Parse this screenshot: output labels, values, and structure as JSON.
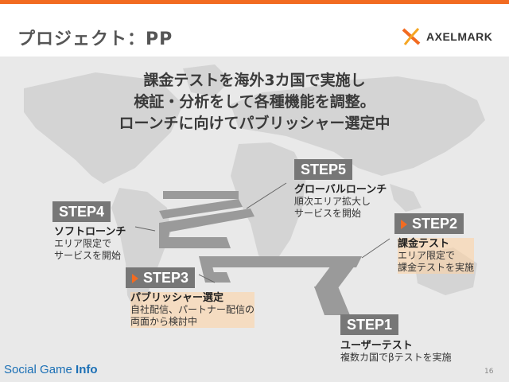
{
  "header": {
    "title": "プロジェクト：PP",
    "logo_text": "AXELMARK"
  },
  "headline": {
    "lines": [
      "課金テストを海外3カ国で実施し",
      "検証・分析をして各種機能を調整。",
      "ローンチに向けてパブリッシャー選定中"
    ]
  },
  "steps": [
    {
      "label": "STEP1",
      "title": "ユーザーテスト",
      "lines": [
        "複数カ国でβテストを実施"
      ],
      "highlight": false
    },
    {
      "label": "STEP2",
      "title": "課金テスト",
      "lines": [
        "エリア限定で",
        "課金テストを実施"
      ],
      "highlight": true
    },
    {
      "label": "STEP3",
      "title": "パブリッシャー選定",
      "lines": [
        "自社配信、パートナー配信の",
        "両面から検討中"
      ],
      "highlight": true
    },
    {
      "label": "STEP4",
      "title": "ソフトローンチ",
      "lines": [
        "エリア限定で",
        "サービスを開始"
      ],
      "highlight": false
    },
    {
      "label": "STEP5",
      "title": "グローバルローンチ",
      "lines": [
        "順次エリア拡大し",
        "サービスを開始"
      ],
      "highlight": false
    }
  ],
  "footer": {
    "brand_a": "Social Game ",
    "brand_b": "Info",
    "page": "16"
  },
  "colors": {
    "accent": "#f26b21",
    "step_bg": "#777777",
    "path": "#9a9a9a",
    "map": "#d4d4d4"
  }
}
